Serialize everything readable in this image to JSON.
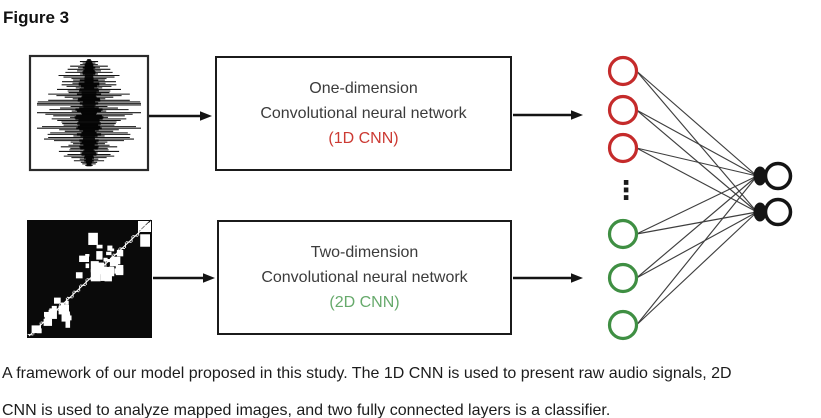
{
  "figure": {
    "label": "Figure 3"
  },
  "diagram": {
    "box_1d": {
      "line1": "One-dimension",
      "line2": "Convolutional neural network",
      "line3": "(1D CNN)"
    },
    "box_2d": {
      "line1": "Two-dimension",
      "line2": "Convolutional neural network",
      "line3": "(2D CNN)"
    },
    "nodes": {
      "red_count": 3,
      "green_count": 3,
      "output_count": 2,
      "ellipsis": "⋮"
    },
    "images": {
      "input_1d": "audio-waveform-image",
      "input_2d": "mapped-matrix-image"
    },
    "colors": {
      "red": "#c52b2b",
      "red_text": "#cc3a33",
      "green": "#3f8f43",
      "green_text": "#67aa6c",
      "black": "#141414",
      "connector": "#3f3f3f",
      "box_border": "#1b1b1b",
      "box_text": "#3b3b3b"
    }
  },
  "caption": {
    "line1": "A framework of our model proposed in this study. The 1D CNN is used to present raw audio signals, 2D",
    "line2": "CNN is used to analyze mapped images, and two fully connected layers is a classifier."
  }
}
